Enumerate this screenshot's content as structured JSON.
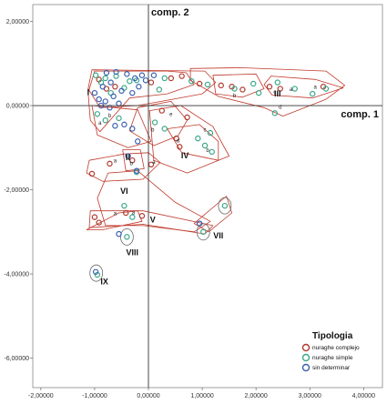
{
  "chart_data": {
    "type": "scatter",
    "title": "",
    "xlabel": "comp. 1",
    "ylabel": "comp. 2",
    "xlim": [
      -2.15,
      4.35
    ],
    "ylim": [
      -6.7,
      2.4
    ],
    "x_ticks": [
      "-2,00000",
      "-1,00000",
      "0,00000",
      "1,00000",
      "2,00000",
      "3,00000",
      "4,00000"
    ],
    "y_ticks": [
      "2,00000",
      "0,00000",
      "-2,00000",
      "-4,00000",
      "-6,00000"
    ],
    "legend_title": "Tipologia",
    "legend_position": "bottom-right",
    "series": [
      {
        "name": "nuraghe complejo",
        "color": "#b03a2e",
        "points": [
          [
            -0.92,
            0.62
          ],
          [
            -0.78,
            0.4
          ],
          [
            -0.62,
            0.45
          ],
          [
            0.05,
            0.55
          ],
          [
            0.42,
            0.65
          ],
          [
            0.62,
            0.7
          ],
          [
            0.95,
            0.52
          ],
          [
            1.35,
            0.48
          ],
          [
            1.55,
            0.45
          ],
          [
            1.75,
            0.38
          ],
          [
            2.25,
            0.45
          ],
          [
            2.45,
            0.4
          ],
          [
            3.25,
            0.45
          ],
          [
            0.25,
            -0.12
          ],
          [
            0.72,
            -0.28
          ],
          [
            0.52,
            -0.78
          ],
          [
            0.58,
            -0.98
          ],
          [
            -0.72,
            -1.38
          ],
          [
            -0.3,
            -1.3
          ],
          [
            0.05,
            -1.4
          ],
          [
            -1.05,
            -1.62
          ],
          [
            -1.0,
            -2.65
          ],
          [
            -0.92,
            -2.78
          ],
          [
            -0.42,
            -2.55
          ],
          [
            -0.12,
            -2.62
          ]
        ]
      },
      {
        "name": "nuraghe simple",
        "color": "#3aa88a",
        "points": [
          [
            -0.98,
            0.72
          ],
          [
            -0.88,
            0.55
          ],
          [
            -0.8,
            0.65
          ],
          [
            -0.7,
            0.3
          ],
          [
            -0.6,
            0.7
          ],
          [
            -0.45,
            0.42
          ],
          [
            -0.35,
            0.58
          ],
          [
            -0.22,
            0.6
          ],
          [
            0.2,
            0.38
          ],
          [
            0.3,
            0.65
          ],
          [
            0.8,
            0.58
          ],
          [
            1.1,
            0.5
          ],
          [
            1.6,
            0.4
          ],
          [
            1.95,
            0.52
          ],
          [
            2.05,
            0.3
          ],
          [
            2.4,
            0.55
          ],
          [
            2.72,
            0.4
          ],
          [
            3.05,
            0.28
          ],
          [
            3.3,
            0.4
          ],
          [
            -0.95,
            -0.2
          ],
          [
            -0.8,
            -0.35
          ],
          [
            -0.55,
            -0.3
          ],
          [
            0.12,
            -0.4
          ],
          [
            0.92,
            -0.78
          ],
          [
            1.05,
            -0.95
          ],
          [
            1.15,
            -0.65
          ],
          [
            1.18,
            -1.1
          ],
          [
            -0.22,
            -1.58
          ],
          [
            -0.45,
            -2.38
          ],
          [
            -0.3,
            -2.65
          ],
          [
            1.42,
            -2.38
          ],
          [
            1.02,
            -3.0
          ],
          [
            -0.4,
            -3.12
          ],
          [
            -0.95,
            -4.02
          ],
          [
            2.35,
            -0.18
          ],
          [
            0.3,
            -0.55
          ]
        ]
      },
      {
        "name": "sin determinar",
        "color": "#3a5fb0",
        "points": [
          [
            -1.0,
            0.3
          ],
          [
            -0.92,
            0.15
          ],
          [
            -0.88,
            0.0
          ],
          [
            -0.85,
            0.45
          ],
          [
            -0.8,
            0.1
          ],
          [
            -0.78,
            0.78
          ],
          [
            -0.72,
            -0.05
          ],
          [
            -0.7,
            0.55
          ],
          [
            -0.65,
            0.22
          ],
          [
            -0.6,
            0.8
          ],
          [
            -0.55,
            0.05
          ],
          [
            -0.5,
            0.35
          ],
          [
            -0.45,
            -0.45
          ],
          [
            -0.4,
            0.75
          ],
          [
            -0.3,
            0.3
          ],
          [
            -0.25,
            0.65
          ],
          [
            -0.18,
            0.45
          ],
          [
            -0.12,
            0.72
          ],
          [
            -0.05,
            0.6
          ],
          [
            0.1,
            0.72
          ],
          [
            -0.62,
            -0.48
          ],
          [
            -0.3,
            -0.55
          ],
          [
            -0.2,
            -0.85
          ],
          [
            -0.22,
            -1.55
          ],
          [
            -0.38,
            -1.2
          ],
          [
            0.95,
            -2.8
          ],
          [
            -0.55,
            -3.05
          ],
          [
            -0.98,
            -3.95
          ]
        ]
      }
    ],
    "group_labels": [
      {
        "text": "I",
        "x": -1.12,
        "y": 0.25
      },
      {
        "text": "II",
        "x": -0.38,
        "y": -1.3
      },
      {
        "text": "III",
        "x": 2.4,
        "y": 0.22
      },
      {
        "text": "IV",
        "x": 0.68,
        "y": -1.25
      },
      {
        "text": "V",
        "x": 0.08,
        "y": -2.78
      },
      {
        "text": "VI",
        "x": -0.45,
        "y": -2.1
      },
      {
        "text": "VII",
        "x": 1.3,
        "y": -3.15
      },
      {
        "text": "VIII",
        "x": -0.3,
        "y": -3.55
      },
      {
        "text": "IX",
        "x": -0.82,
        "y": -4.25
      }
    ],
    "sub_labels": [
      {
        "text": "a",
        "x": -0.9,
        "y": -0.45
      },
      {
        "text": "a",
        "x": -0.62,
        "y": -1.35
      },
      {
        "text": "a",
        "x": -0.62,
        "y": -2.6
      },
      {
        "text": "a",
        "x": -0.28,
        "y": -2.58
      },
      {
        "text": "a",
        "x": 2.65,
        "y": 0.35
      },
      {
        "text": "a",
        "x": 3.1,
        "y": 0.4
      },
      {
        "text": "a",
        "x": 0.1,
        "y": -1.38
      },
      {
        "text": "b",
        "x": 1.6,
        "y": 0.2
      },
      {
        "text": "b",
        "x": -0.72,
        "y": -0.28
      },
      {
        "text": "b",
        "x": 0.08,
        "y": -0.62
      },
      {
        "text": "b",
        "x": -0.32,
        "y": -1.42
      },
      {
        "text": "b",
        "x": 1.1,
        "y": -1.1
      },
      {
        "text": "c",
        "x": 2.35,
        "y": 0.28
      },
      {
        "text": "c",
        "x": 1.05,
        "y": -0.62
      },
      {
        "text": "d",
        "x": 0.55,
        "y": -0.88
      },
      {
        "text": "d",
        "x": 2.45,
        "y": -0.08
      },
      {
        "text": "e",
        "x": 0.42,
        "y": -0.25
      }
    ]
  }
}
